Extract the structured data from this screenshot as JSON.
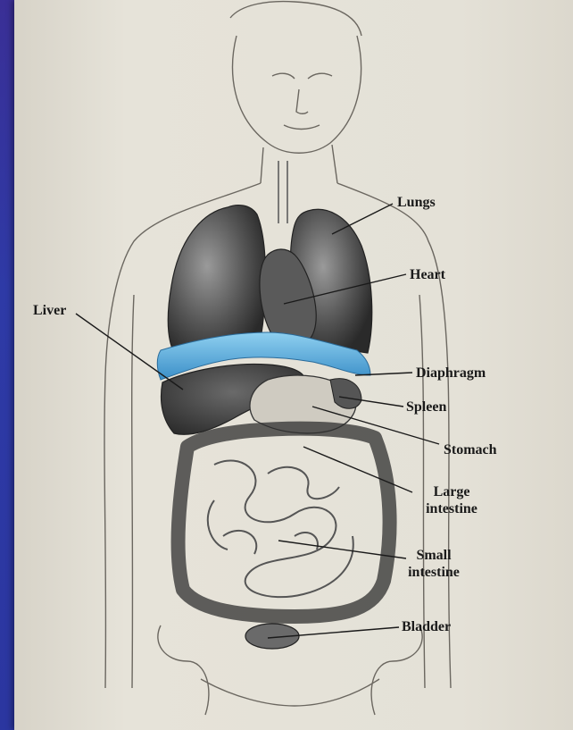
{
  "labels": {
    "lungs": "Lungs",
    "heart": "Heart",
    "liver": "Liver",
    "diaphragm": "Diaphragm",
    "spleen": "Spleen",
    "stomach": "Stomach",
    "large_intestine_1": "Large",
    "large_intestine_2": "intestine",
    "small_intestine_1": "Small",
    "small_intestine_2": "intestine",
    "bladder": "Bladder"
  },
  "colors": {
    "diaphragm": "#4aa3d8",
    "organ_fill": "#4a4a4a",
    "background": "#2f2a8e",
    "paper": "#e4e1d7"
  }
}
